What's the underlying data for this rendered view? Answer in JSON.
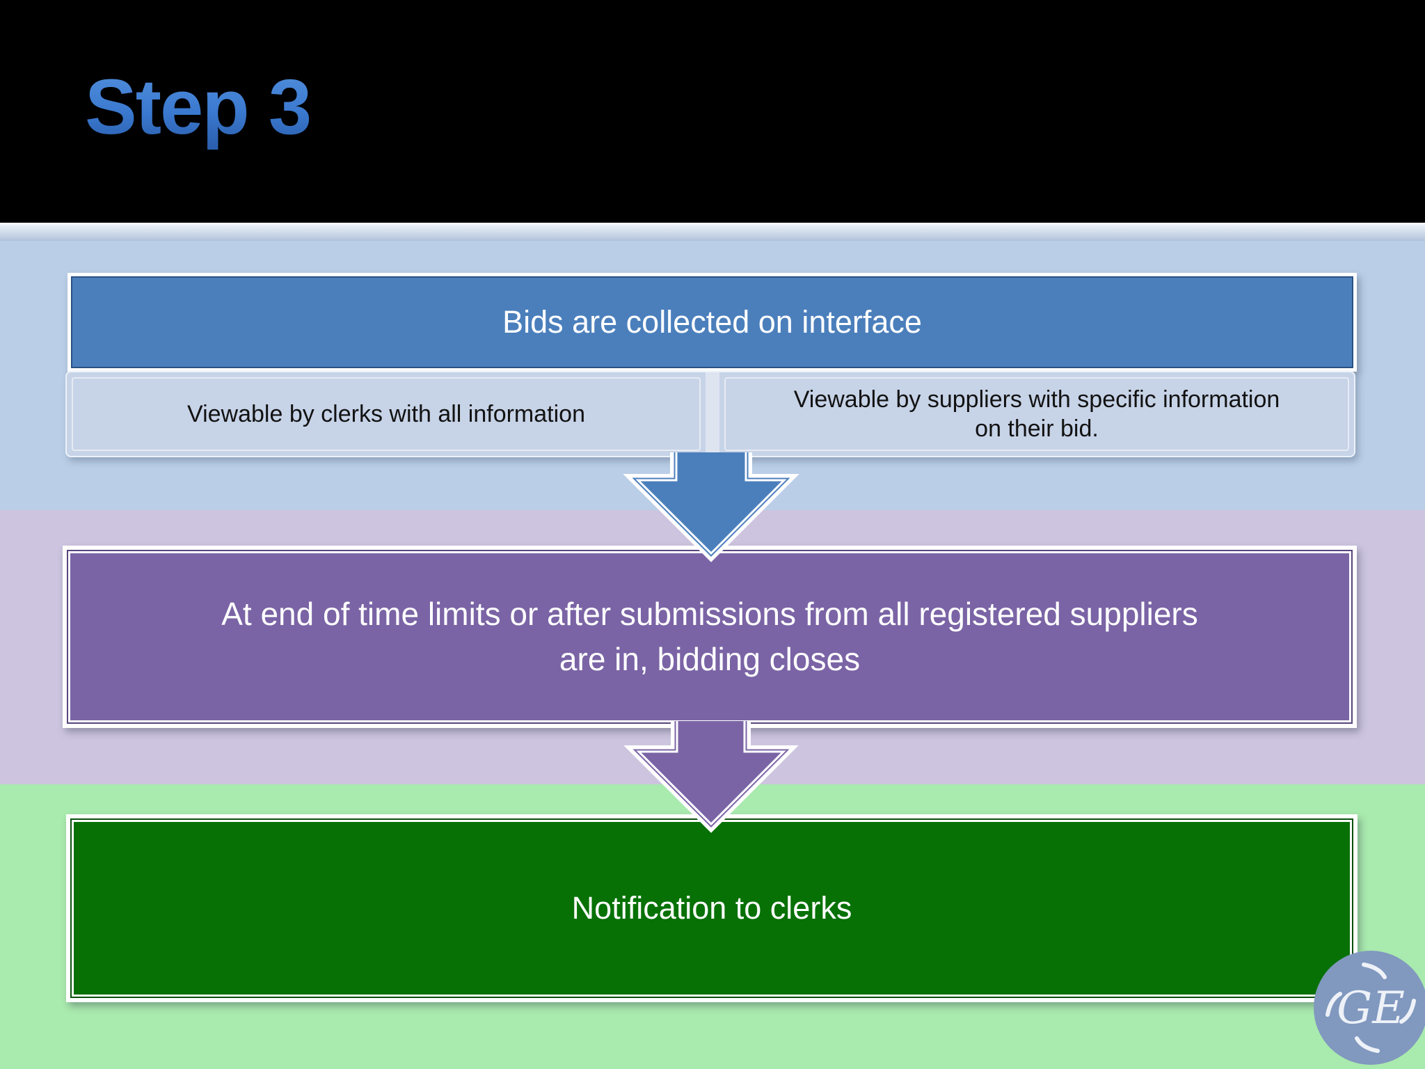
{
  "slide": {
    "title": "Step 3"
  },
  "flow": {
    "step1": {
      "header": "Bids are collected on interface",
      "left_note": "Viewable by clerks with all information",
      "right_note": "Viewable by suppliers with specific information on their bid.",
      "right_note_lines": [
        "Viewable by suppliers with specific",
        "information on their bid."
      ]
    },
    "step2": {
      "label": "At end of time limits or after submissions from all registered suppliers are in, bidding closes",
      "lines": [
        "At end of time limits or after submissions from all registered suppliers",
        "are in, bidding closes"
      ]
    },
    "step3": {
      "label": "Notification to clerks"
    }
  },
  "logo": {
    "text": "GE"
  },
  "colors": {
    "header_black": "#000000",
    "title_blue": "#3b7ad0",
    "band_blue": "#bacee7",
    "band_purple": "#cdc5df",
    "band_green": "#a9eaae",
    "box_blue": "#4b7fbc",
    "box_purple": "#7a64a5",
    "box_green": "#077106",
    "note_fill": "#c7d3e7",
    "logo_slate": "#8198bf"
  }
}
